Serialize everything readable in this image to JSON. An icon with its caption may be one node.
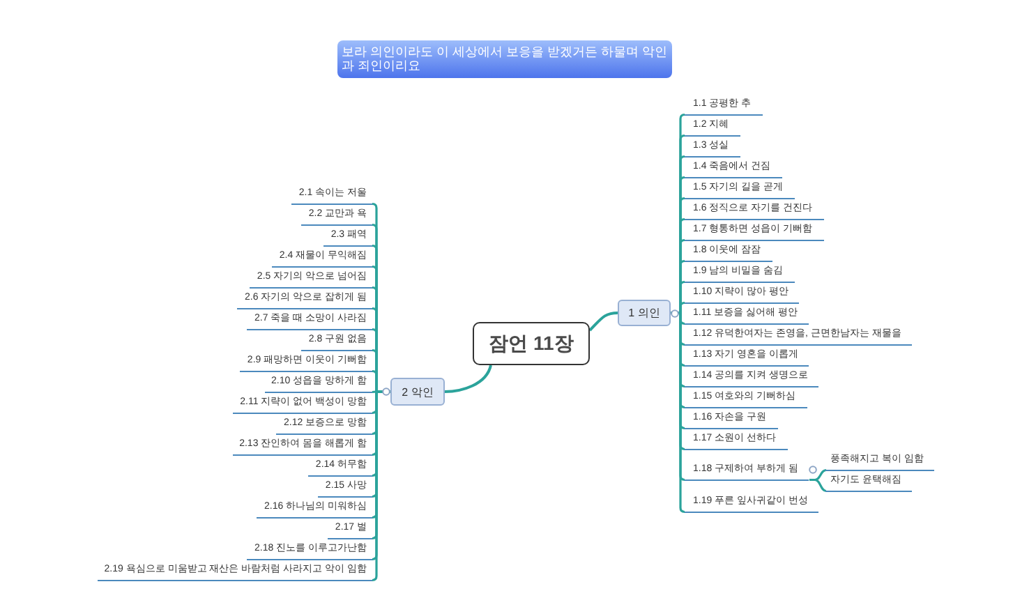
{
  "diagram": {
    "title": "보라 의인이라도 이 세상에서 보응을 받겠거든 하물며 악인과 죄인이리요",
    "nodes": [
      {
        "text": [
          "잠언 11장"
        ]
      },
      {
        "text": [
          "1 의인"
        ]
      },
      {
        "text": [
          "1.1 공평한 추"
        ]
      },
      {
        "text": [
          "1.2 지혜"
        ]
      },
      {
        "text": [
          "1.3 성실"
        ]
      },
      {
        "text": [
          "1.4 죽음에서 건짐"
        ]
      },
      {
        "text": [
          "1.5 자기의 길을 곧게"
        ]
      },
      {
        "text": [
          "1.6 정직으로 자기를 건진다"
        ]
      },
      {
        "text": [
          "1.7 형통하면 성읍이 기뻐함"
        ]
      },
      {
        "text": [
          "1.8 이웃에 잠잠"
        ]
      },
      {
        "text": [
          "1.9 남의 비밀을 숨김"
        ]
      },
      {
        "text": [
          "1.10 지략이 많아 평안"
        ]
      },
      {
        "text": [
          "1.11 보증을 싫어해 평안"
        ]
      },
      {
        "text": [
          "1.12 유덕한여자는 존영을, 근면한남자는 재물을"
        ]
      },
      {
        "text": [
          "1.13 자기 영혼을 이롭게"
        ]
      },
      {
        "text": [
          "1.14 공의를 지켜 생명으로"
        ]
      },
      {
        "text": [
          "1.15 여호와의 기뻐하심"
        ]
      },
      {
        "text": [
          "1.16 자손을 구원"
        ]
      },
      {
        "text": [
          "1.17 소원이 선하다"
        ]
      },
      {
        "text": [
          "1.18 구제하여 부하게 됨"
        ]
      },
      {
        "text": [
          "풍족해지고 복이 임함"
        ]
      },
      {
        "text": [
          "자기도 윤택해짐"
        ]
      },
      {
        "text": [
          "1.19 푸른 잎사귀같이 번성"
        ]
      },
      {
        "text": [
          "2 악인"
        ]
      },
      {
        "text": [
          "2.1 속이는 저울"
        ]
      },
      {
        "text": [
          "2.2 교만과 욕"
        ]
      },
      {
        "text": [
          "2.3 패역"
        ]
      },
      {
        "text": [
          "2.4 재물이 무익해짐"
        ]
      },
      {
        "text": [
          "2.5 자기의 악으로 넘어짐"
        ]
      },
      {
        "text": [
          "2.6 자기의 악으로 잡히게 됨"
        ]
      },
      {
        "text": [
          "2.7 죽을 때 소망이 사라짐"
        ]
      },
      {
        "text": [
          "2.8 구원 없음"
        ]
      },
      {
        "text": [
          "2.9 패망하면 이웃이 기뻐함"
        ]
      },
      {
        "text": [
          "2.10 성읍을 망하게 함"
        ]
      },
      {
        "text": [
          "2.11 지략이 없어 백성이 망함"
        ]
      },
      {
        "text": [
          "2.12 보증으로 망함"
        ]
      },
      {
        "text": [
          "2.13 잔인하여 몸을 해롭게 함"
        ]
      },
      {
        "text": [
          "2.14 허무함"
        ]
      },
      {
        "text": [
          "2.15 사망"
        ]
      },
      {
        "text": [
          "2.16 하나님의 미워하심"
        ]
      },
      {
        "text": [
          "2.17 벌"
        ]
      },
      {
        "text": [
          "2.18 진노를 이루고가난함"
        ]
      },
      {
        "text": [
          "2.19 욕심으로 미움받고 재산은 바람처럼 사라지고 악이 임함"
        ]
      }
    ],
    "edges": [
      {
        "from": 0,
        "to": 1,
        "arrow": "none"
      },
      {
        "from": 1,
        "to": 2,
        "arrow": "none"
      },
      {
        "from": 1,
        "to": 3,
        "arrow": "none"
      },
      {
        "from": 1,
        "to": 4,
        "arrow": "none"
      },
      {
        "from": 1,
        "to": 5,
        "arrow": "none"
      },
      {
        "from": 1,
        "to": 6,
        "arrow": "none"
      },
      {
        "from": 1,
        "to": 7,
        "arrow": "none"
      },
      {
        "from": 1,
        "to": 8,
        "arrow": "none"
      },
      {
        "from": 1,
        "to": 9,
        "arrow": "none"
      },
      {
        "from": 1,
        "to": 10,
        "arrow": "none"
      },
      {
        "from": 1,
        "to": 11,
        "arrow": "none"
      },
      {
        "from": 1,
        "to": 12,
        "arrow": "none"
      },
      {
        "from": 1,
        "to": 13,
        "arrow": "none"
      },
      {
        "from": 1,
        "to": 14,
        "arrow": "none"
      },
      {
        "from": 1,
        "to": 15,
        "arrow": "none"
      },
      {
        "from": 1,
        "to": 16,
        "arrow": "none"
      },
      {
        "from": 1,
        "to": 17,
        "arrow": "none"
      },
      {
        "from": 1,
        "to": 18,
        "arrow": "none"
      },
      {
        "from": 1,
        "to": 19,
        "arrow": "none"
      },
      {
        "from": 19,
        "to": 20,
        "arrow": "none"
      },
      {
        "from": 19,
        "to": 21,
        "arrow": "none"
      },
      {
        "from": 1,
        "to": 22,
        "arrow": "none"
      },
      {
        "from": 0,
        "to": 23,
        "arrow": "none"
      },
      {
        "from": 23,
        "to": 24,
        "arrow": "none"
      },
      {
        "from": 23,
        "to": 25,
        "arrow": "none"
      },
      {
        "from": 23,
        "to": 26,
        "arrow": "none"
      },
      {
        "from": 23,
        "to": 27,
        "arrow": "none"
      },
      {
        "from": 23,
        "to": 28,
        "arrow": "none"
      },
      {
        "from": 23,
        "to": 29,
        "arrow": "none"
      },
      {
        "from": 23,
        "to": 30,
        "arrow": "none"
      },
      {
        "from": 23,
        "to": 31,
        "arrow": "none"
      },
      {
        "from": 23,
        "to": 32,
        "arrow": "none"
      },
      {
        "from": 23,
        "to": 33,
        "arrow": "none"
      },
      {
        "from": 23,
        "to": 34,
        "arrow": "none"
      },
      {
        "from": 23,
        "to": 35,
        "arrow": "none"
      },
      {
        "from": 23,
        "to": 36,
        "arrow": "none"
      },
      {
        "from": 23,
        "to": 37,
        "arrow": "none"
      },
      {
        "from": 23,
        "to": 38,
        "arrow": "none"
      },
      {
        "from": 23,
        "to": 39,
        "arrow": "none"
      },
      {
        "from": 23,
        "to": 40,
        "arrow": "none"
      },
      {
        "from": 23,
        "to": 41,
        "arrow": "none"
      },
      {
        "from": 23,
        "to": 42,
        "arrow": "none"
      }
    ]
  }
}
